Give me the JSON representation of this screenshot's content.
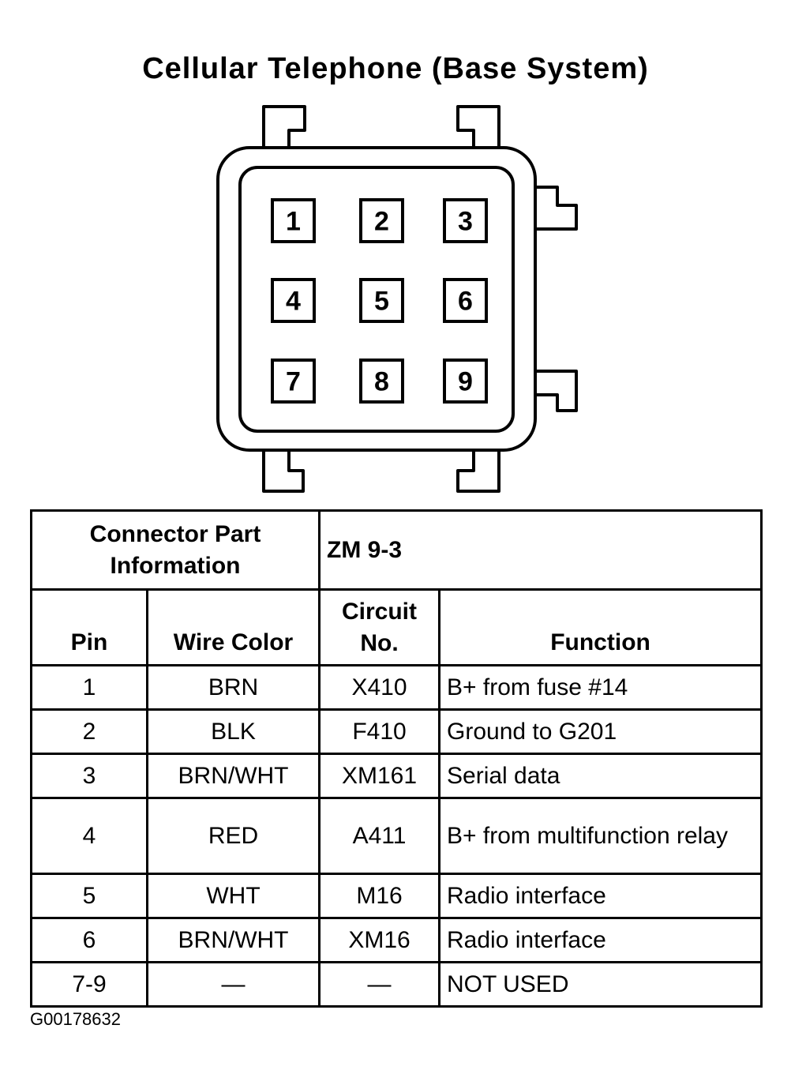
{
  "title": "Cellular Telephone (Base System)",
  "connector": {
    "pins": [
      "1",
      "2",
      "3",
      "4",
      "5",
      "6",
      "7",
      "8",
      "9"
    ]
  },
  "table": {
    "info_label_line1": "Connector Part",
    "info_label_line2": "Information",
    "info_value": "ZM 9-3",
    "headers": {
      "pin": "Pin",
      "wire_color": "Wire Color",
      "circuit_line1": "Circuit",
      "circuit_line2": "No.",
      "function": "Function"
    },
    "rows": [
      {
        "pin": "1",
        "wire_color": "BRN",
        "circuit": "X410",
        "function": "B+ from fuse #14"
      },
      {
        "pin": "2",
        "wire_color": "BLK",
        "circuit": "F410",
        "function": "Ground to G201"
      },
      {
        "pin": "3",
        "wire_color": "BRN/WHT",
        "circuit": "XM161",
        "function": "Serial data"
      },
      {
        "pin": "4",
        "wire_color": "RED",
        "circuit": "A411",
        "function": "B+ from multifunction relay"
      },
      {
        "pin": "5",
        "wire_color": "WHT",
        "circuit": "M16",
        "function": "Radio interface"
      },
      {
        "pin": "6",
        "wire_color": "BRN/WHT",
        "circuit": "XM16",
        "function": "Radio interface"
      },
      {
        "pin": "7-9",
        "wire_color": "—",
        "circuit": "—",
        "function": "NOT USED"
      }
    ]
  },
  "figure_code": "G00178632"
}
